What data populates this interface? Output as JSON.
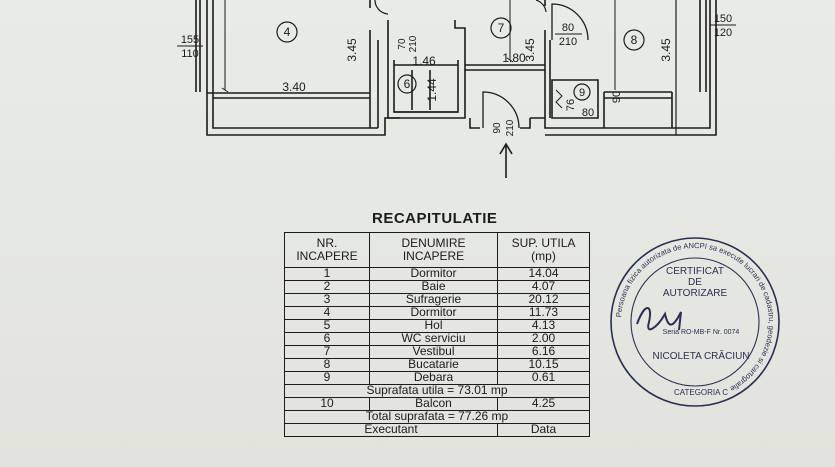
{
  "plan": {
    "rooms": [
      {
        "num": "4",
        "dim_v": "3.45",
        "dim_h": "3.40"
      },
      {
        "num": "6",
        "dim_h": "1.46",
        "dim_v": "1.44"
      },
      {
        "num": "7",
        "dim_v": "3.45",
        "dim_h": "1.80"
      },
      {
        "num": "8",
        "dim_v": "3.45"
      },
      {
        "num": "9",
        "dim_a": "76",
        "dim_b": "80"
      }
    ],
    "window_left": {
      "top": "155",
      "bottom": "110"
    },
    "window_right": {
      "top": "150",
      "bottom": "120"
    },
    "door_wc": {
      "top": "70",
      "bottom": "210"
    },
    "door_kitchen": {
      "top": "80",
      "bottom": "210"
    },
    "door_entry": {
      "top": "90",
      "bottom": "210"
    },
    "dim_90": "90"
  },
  "recap": {
    "title": "RECAPITULATIE",
    "headers": {
      "nr": "NR.\nINCAPERE",
      "name": "DENUMIRE\nINCAPERE",
      "area": "SUP. UTILA\n(mp)"
    },
    "rows": [
      {
        "nr": "1",
        "name": "Dormitor",
        "area": "14.04"
      },
      {
        "nr": "2",
        "name": "Baie",
        "area": "4.07"
      },
      {
        "nr": "3",
        "name": "Sufragerie",
        "area": "20.12"
      },
      {
        "nr": "4",
        "name": "Dormitor",
        "area": "11.73"
      },
      {
        "nr": "5",
        "name": "Hol",
        "area": "4.13"
      },
      {
        "nr": "6",
        "name": "WC serviciu",
        "area": "2.00"
      },
      {
        "nr": "7",
        "name": "Vestibul",
        "area": "6.16"
      },
      {
        "nr": "8",
        "name": "Bucatarie",
        "area": "10.15"
      },
      {
        "nr": "9",
        "name": "Debara",
        "area": "0.61"
      }
    ],
    "subtotal": "Suprafata utila =  73.01 mp",
    "balcony": {
      "nr": "10",
      "name": "Balcon",
      "area": "4.25"
    },
    "total": "Total suprafata = 77.26 mp",
    "footer": {
      "left": "Executant",
      "right": "Data"
    }
  },
  "stamp": {
    "color": "#2b2f55",
    "ring_text": "Persoana fizica autorizata de ANCPI sa execute lucrari de cadastru, geodezie si cartografie",
    "line1": "CERTIFICAT",
    "line2": "DE",
    "line3": "AUTORIZARE",
    "series": "Seria RO-MB-F Nr. 0074",
    "name": "NICOLETA CRĂCIUN",
    "category": "CATEGORIA C"
  }
}
